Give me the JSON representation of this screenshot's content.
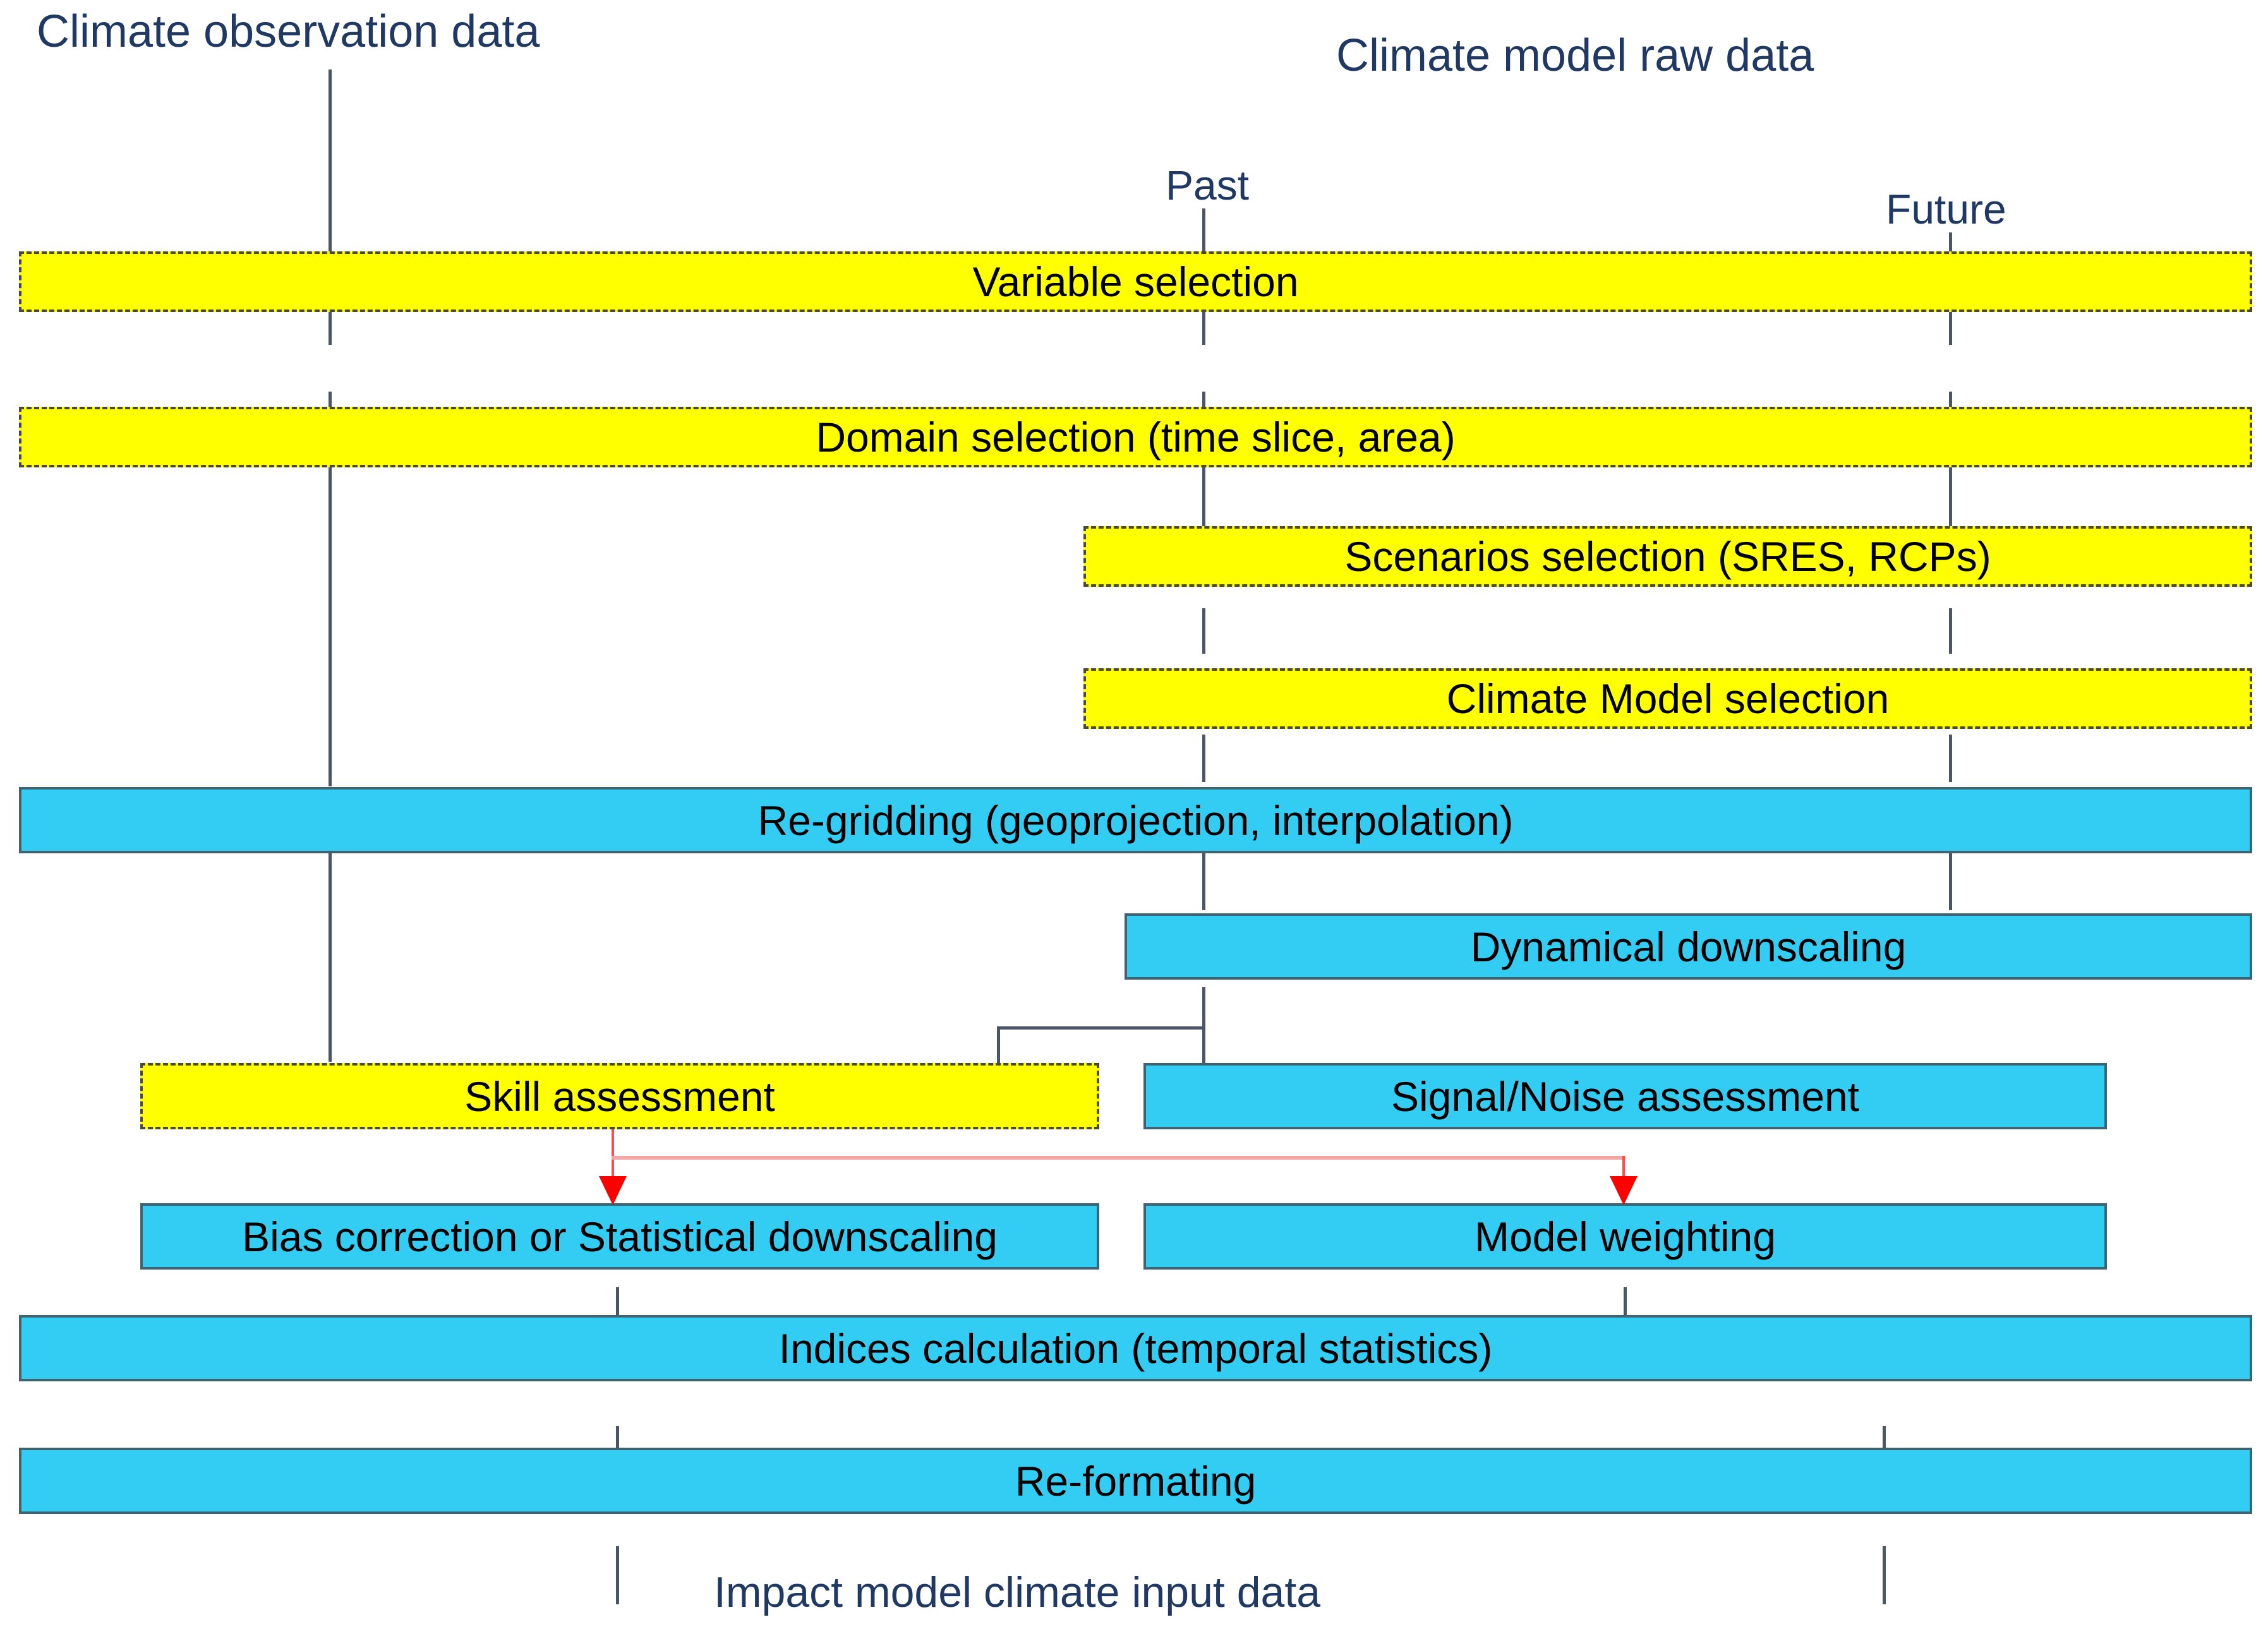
{
  "diagram": {
    "title_left": "Climate observation data",
    "title_right": "Climate model raw data",
    "branch_past": "Past",
    "branch_future": "Future",
    "footer": "Impact model climate input data",
    "colors": {
      "yellow_fill": "#FFFF00",
      "yellow_border": "#4A4A34",
      "cyan_fill": "#33CCF2",
      "cyan_border": "#3E6472",
      "label_text": "#1F3864",
      "connector": "#4A5568",
      "red_arrow": "#FF0000",
      "red_line": "#F4A5A5"
    },
    "steps": {
      "variable_selection": "Variable selection",
      "domain_selection": "Domain selection (time slice, area)",
      "scenarios_selection": "Scenarios selection (SRES, RCPs)",
      "climate_model_selection": "Climate Model selection",
      "regridding": "Re-gridding (geoprojection, interpolation)",
      "dynamical_downscaling": "Dynamical downscaling",
      "skill_assessment": "Skill assessment",
      "signal_noise_assessment": "Signal/Noise assessment",
      "bias_correction": "Bias correction or Statistical downscaling",
      "model_weighting": "Model weighting",
      "indices_calculation": "Indices calculation (temporal statistics)",
      "reformatting": "Re-formating"
    }
  }
}
